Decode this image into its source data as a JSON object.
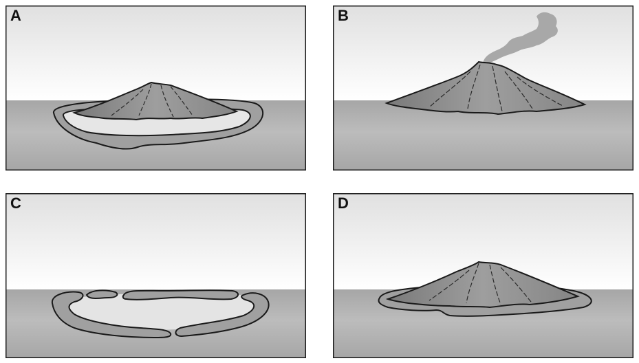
{
  "panels": [
    {
      "label": "A"
    },
    {
      "label": "B"
    },
    {
      "label": "C"
    },
    {
      "label": "D"
    }
  ],
  "colors": {
    "sky_top": "#e2e2e2",
    "sky_bottom": "#ffffff",
    "sea_top": "#a9a9a9",
    "sea_mid": "#bdbdbd",
    "reef_outer": "#9a9a9a",
    "lagoon": "#e6e6e6",
    "volcano": "#8f8f8f",
    "smoke": "#a8a8a8",
    "outline": "#1a1a1a"
  }
}
